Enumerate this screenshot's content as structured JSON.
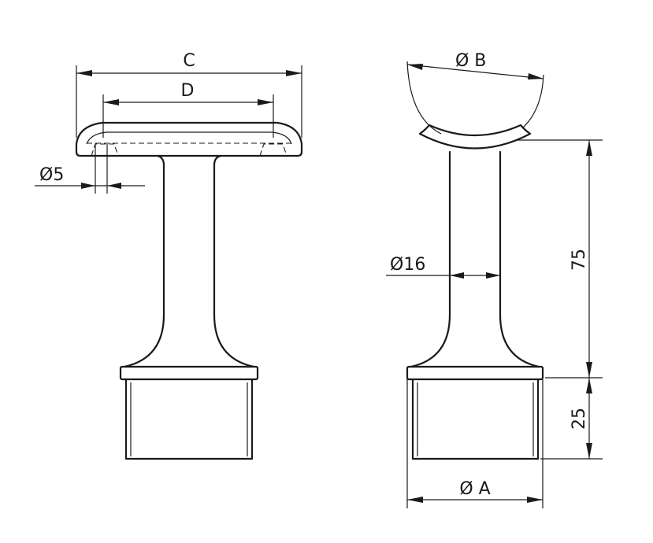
{
  "labels": {
    "dim_c": "C",
    "dim_d": "D",
    "dia_5": "Ø5",
    "dia_b": "Ø B",
    "dia_16": "Ø16",
    "dim_75": "75",
    "dim_25": "25",
    "dia_a": "Ø A"
  }
}
